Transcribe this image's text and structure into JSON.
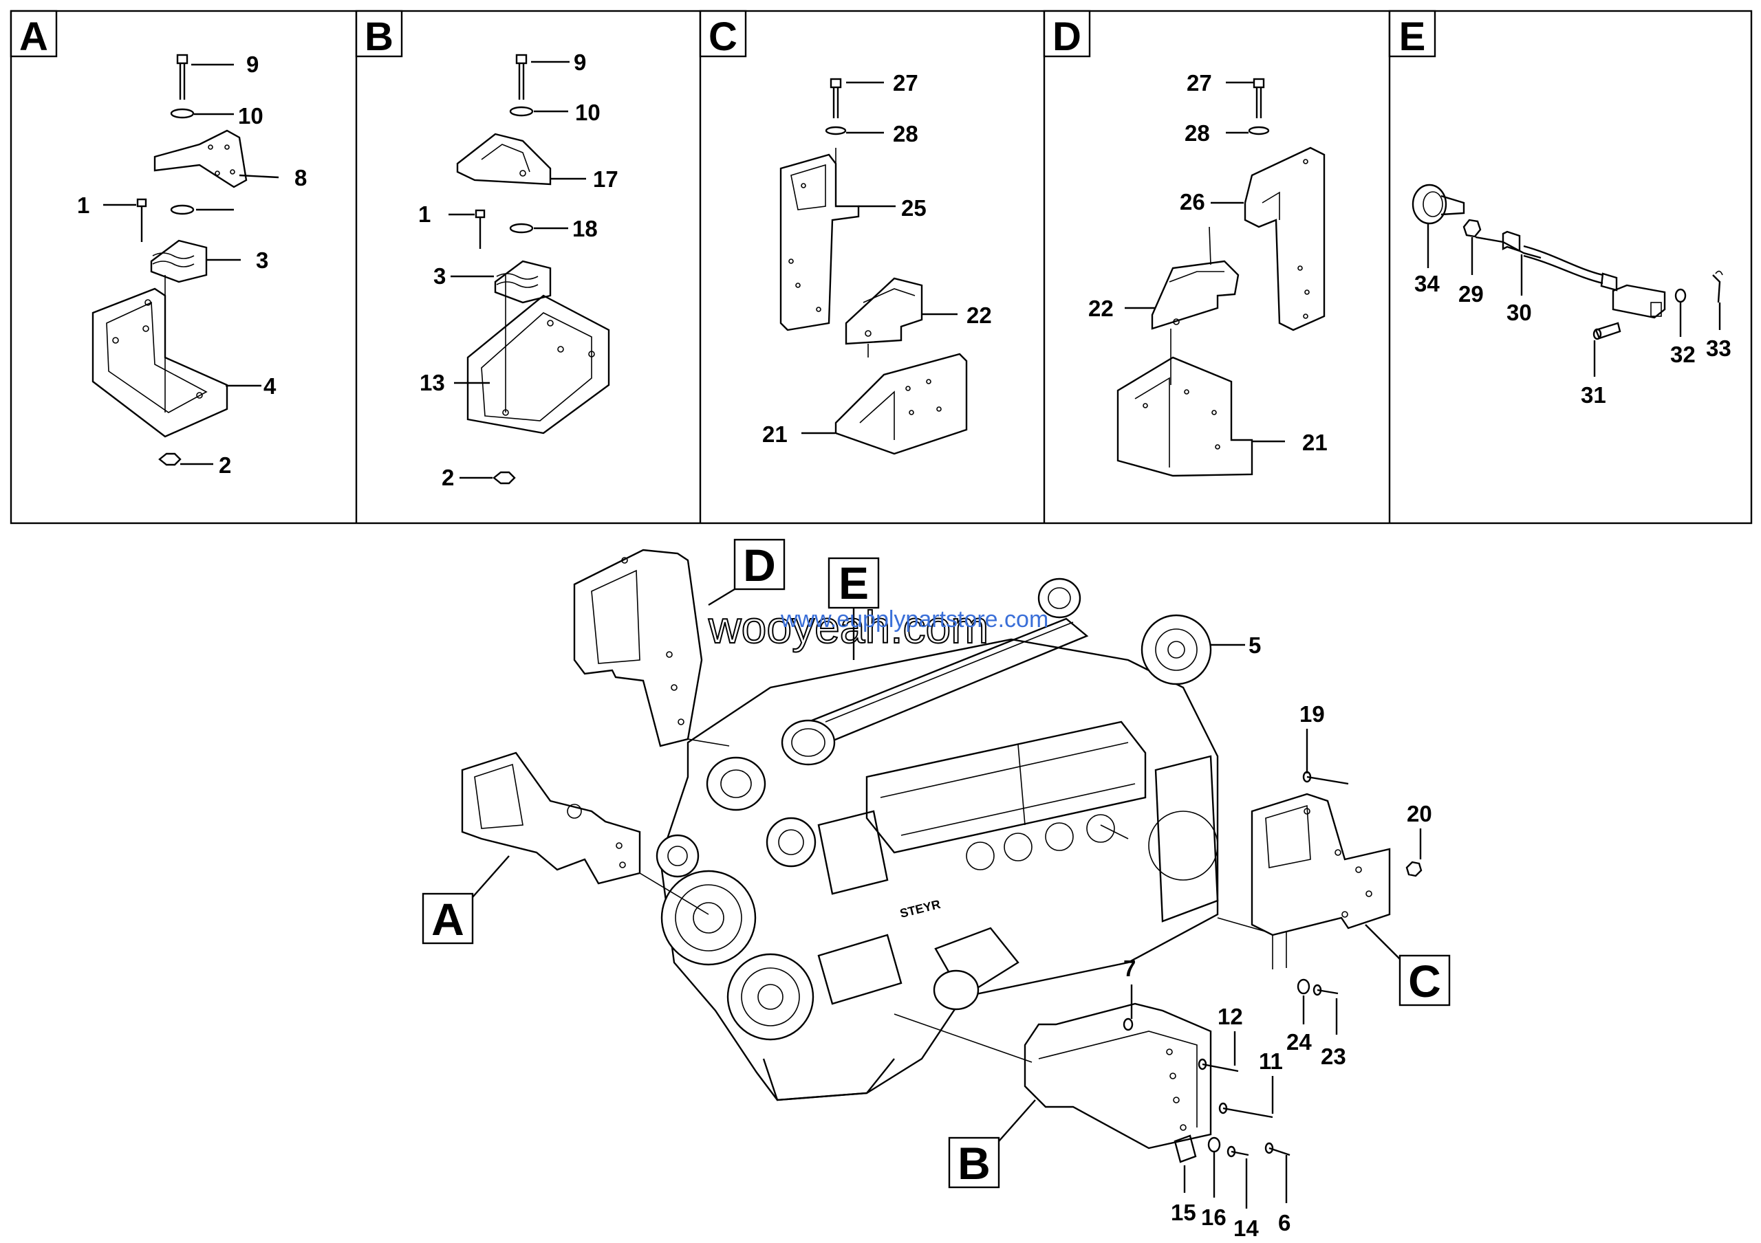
{
  "panels": [
    {
      "id": "A",
      "labels": [
        "9",
        "10",
        "8",
        "1",
        "3",
        "4",
        "2"
      ]
    },
    {
      "id": "B",
      "labels": [
        "9",
        "10",
        "17",
        "1",
        "18",
        "3",
        "13",
        "2"
      ]
    },
    {
      "id": "C",
      "labels": [
        "27",
        "28",
        "25",
        "22",
        "21"
      ]
    },
    {
      "id": "D",
      "labels": [
        "27",
        "28",
        "26",
        "22",
        "21"
      ]
    },
    {
      "id": "E",
      "labels": [
        "34",
        "29",
        "30",
        "31",
        "32",
        "33"
      ]
    }
  ],
  "main": {
    "callouts": [
      "A",
      "B",
      "C",
      "D",
      "E"
    ],
    "labels": [
      "5",
      "19",
      "20",
      "7",
      "12",
      "24",
      "23",
      "11",
      "15",
      "16",
      "14",
      "6"
    ],
    "engine_brand": "STEYR"
  },
  "watermark": {
    "text": "wooyeah.com",
    "url_text": "www.eupplypartstore.com"
  },
  "colors": {
    "line": "#000000",
    "background": "#ffffff",
    "watermark_url": "#3a6fd8"
  }
}
